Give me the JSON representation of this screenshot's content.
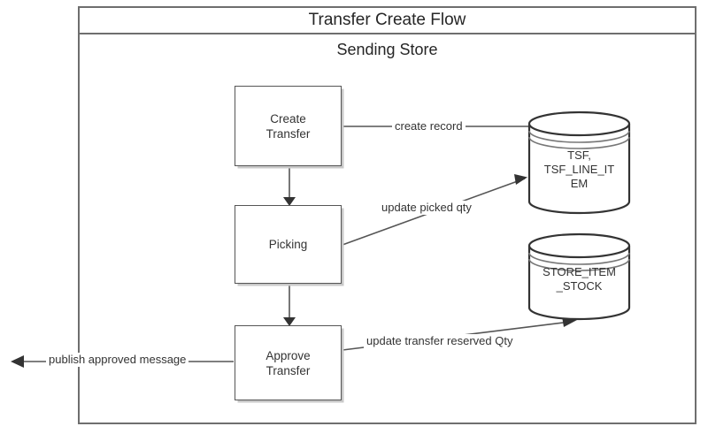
{
  "diagram": {
    "title": "Transfer Create Flow",
    "lane": "Sending Store",
    "type": "flowchart",
    "nodes": [
      {
        "id": "create-transfer",
        "kind": "process",
        "label": "Create\nTransfer"
      },
      {
        "id": "picking",
        "kind": "process",
        "label": "Picking"
      },
      {
        "id": "approve-transfer",
        "kind": "process",
        "label": "Approve\nTransfer"
      },
      {
        "id": "tsf-datastore",
        "kind": "datastore",
        "label": "TSF,\nTSF_LINE_IT\nEM"
      },
      {
        "id": "store-item-stock",
        "kind": "datastore",
        "label": "STORE_ITEM\n_STOCK"
      }
    ],
    "edges": [
      {
        "id": "e-create-record",
        "from": "create-transfer",
        "to": "tsf-datastore",
        "label": "create record"
      },
      {
        "id": "e-create-to-picking",
        "from": "create-transfer",
        "to": "picking",
        "label": ""
      },
      {
        "id": "e-update-picked",
        "from": "picking",
        "to": "tsf-datastore",
        "label": "update picked qty"
      },
      {
        "id": "e-picking-to-approve",
        "from": "picking",
        "to": "approve-transfer",
        "label": ""
      },
      {
        "id": "e-update-reserved",
        "from": "approve-transfer",
        "to": "store-item-stock",
        "label": "update transfer reserved Qty"
      },
      {
        "id": "e-publish",
        "from": "approve-transfer",
        "to": "external",
        "label": "publish approved message"
      }
    ]
  },
  "boxes": {
    "create_transfer": "Create\nTransfer",
    "picking": "Picking",
    "approve_transfer": "Approve\nTransfer"
  },
  "datastores": {
    "tsf": "TSF,\nTSF_LINE_IT\nEM",
    "store_item_stock": "STORE_ITEM\n_STOCK"
  },
  "labels": {
    "create_record": "create record",
    "update_picked_qty": "update picked qty",
    "publish_approved_message": "publish approved message",
    "update_transfer_reserved_qty": "update transfer reserved Qty"
  },
  "colors": {
    "frame_border": "#6e6e6e",
    "node_border": "#555555",
    "node_fill": "#ffffff",
    "connector": "#555555",
    "shadow": "#c9c9c9",
    "text": "#333333",
    "background": "#ffffff"
  }
}
